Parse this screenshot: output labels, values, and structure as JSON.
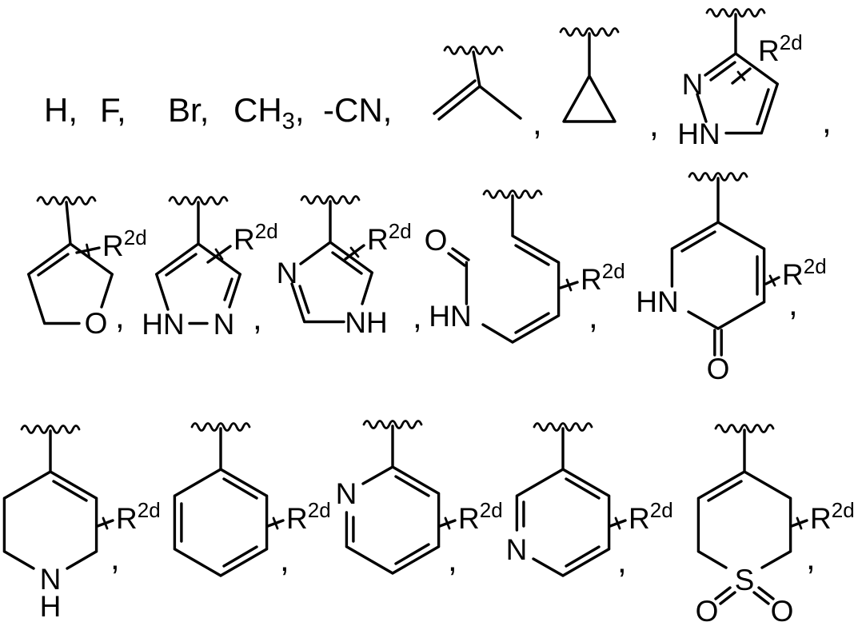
{
  "figure": {
    "comma": ",",
    "r_group": {
      "base": "R",
      "sup": "2d"
    },
    "simple_substituents": {
      "hydrogen": "H",
      "fluorine": "F",
      "bromine": "Br",
      "methyl_main": "CH",
      "methyl_sub": "3",
      "cyano": "-CN"
    },
    "atom_labels": {
      "n": "N",
      "hn": "HN",
      "nh": "NH",
      "o": "O",
      "s": "S",
      "h": "H"
    }
  }
}
